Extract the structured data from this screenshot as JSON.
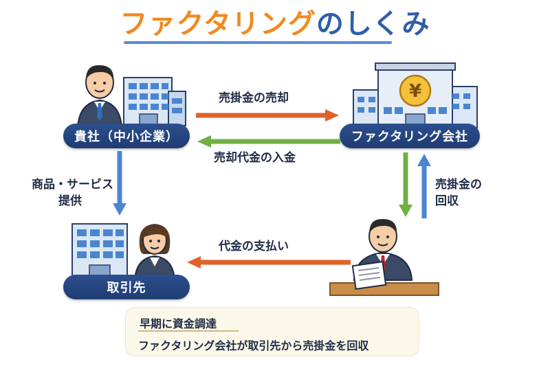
{
  "title": {
    "part1": "ファクタリング",
    "part2": "のしくみ"
  },
  "nodes": {
    "company": "貴社（中小企業）",
    "factoring": "ファクタリング会社",
    "client": "取引先"
  },
  "flows": {
    "sell_receivable": "売掛金の売却",
    "payment_in": "売却代金の入金",
    "goods_services_line1": "商品・サービス",
    "goods_services_line2": "提供",
    "collect_line1": "売掛金の",
    "collect_line2": "回収",
    "pay_price": "代金の支払い"
  },
  "summary": {
    "heading": "早期に資金調達",
    "text": "ファクタリング会社が取引先から売掛金を回収"
  },
  "icons": {
    "yen_symbol": "¥",
    "names": [
      "businessman-icon",
      "office-building-icon",
      "bank-building-icon",
      "businesswoman-icon",
      "document-icon"
    ]
  },
  "colors": {
    "orange_arrow": "#e0622b",
    "green_arrow": "#6fb043",
    "blue_arrow": "#4a86d0",
    "navy_pill": "#1f3c72",
    "title_orange": "#f08a1f",
    "title_blue": "#2f5da8"
  }
}
